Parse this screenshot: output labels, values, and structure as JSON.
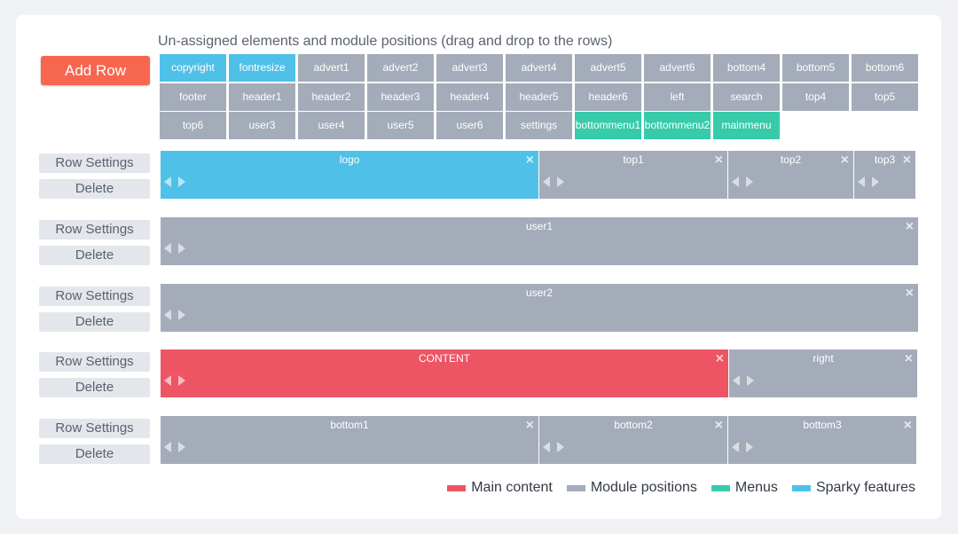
{
  "header": {
    "add_row_label": "Add Row",
    "title": "Un-assigned elements and module positions (drag and drop to the rows)"
  },
  "colors": {
    "main": "#ed5565",
    "module": "#a4acb9",
    "menu": "#37cba9",
    "sparky": "#4fc1e9",
    "accent": "#f7664f"
  },
  "unassigned": [
    {
      "label": "copyright",
      "kind": "sparky"
    },
    {
      "label": "fontresize",
      "kind": "sparky"
    },
    {
      "label": "advert1",
      "kind": "module"
    },
    {
      "label": "advert2",
      "kind": "module"
    },
    {
      "label": "advert3",
      "kind": "module"
    },
    {
      "label": "advert4",
      "kind": "module"
    },
    {
      "label": "advert5",
      "kind": "module"
    },
    {
      "label": "advert6",
      "kind": "module"
    },
    {
      "label": "bottom4",
      "kind": "module"
    },
    {
      "label": "bottom5",
      "kind": "module"
    },
    {
      "label": "bottom6",
      "kind": "module"
    },
    {
      "label": "footer",
      "kind": "module"
    },
    {
      "label": "header1",
      "kind": "module"
    },
    {
      "label": "header2",
      "kind": "module"
    },
    {
      "label": "header3",
      "kind": "module"
    },
    {
      "label": "header4",
      "kind": "module"
    },
    {
      "label": "header5",
      "kind": "module"
    },
    {
      "label": "header6",
      "kind": "module"
    },
    {
      "label": "left",
      "kind": "module"
    },
    {
      "label": "search",
      "kind": "module"
    },
    {
      "label": "top4",
      "kind": "module"
    },
    {
      "label": "top5",
      "kind": "module"
    },
    {
      "label": "top6",
      "kind": "module"
    },
    {
      "label": "user3",
      "kind": "module"
    },
    {
      "label": "user4",
      "kind": "module"
    },
    {
      "label": "user5",
      "kind": "module"
    },
    {
      "label": "user6",
      "kind": "module"
    },
    {
      "label": "settings",
      "kind": "module"
    },
    {
      "label": "bottommenu1",
      "kind": "menu"
    },
    {
      "label": "bottommenu2",
      "kind": "menu"
    },
    {
      "label": "mainmenu",
      "kind": "menu"
    }
  ],
  "rows": [
    {
      "settings_label": "Row Settings",
      "delete_label": "Delete",
      "cells": [
        {
          "label": "logo",
          "kind": "sparky"
        },
        {
          "label": "top1",
          "kind": "module"
        },
        {
          "label": "top2",
          "kind": "module"
        },
        {
          "label": "top3",
          "kind": "module"
        }
      ]
    },
    {
      "settings_label": "Row Settings",
      "delete_label": "Delete",
      "cells": [
        {
          "label": "user1",
          "kind": "module"
        }
      ]
    },
    {
      "settings_label": "Row Settings",
      "delete_label": "Delete",
      "cells": [
        {
          "label": "user2",
          "kind": "module"
        }
      ]
    },
    {
      "settings_label": "Row Settings",
      "delete_label": "Delete",
      "cells": [
        {
          "label": "CONTENT",
          "kind": "main"
        },
        {
          "label": "right",
          "kind": "module"
        }
      ]
    },
    {
      "settings_label": "Row Settings",
      "delete_label": "Delete",
      "cells": [
        {
          "label": "bottom1",
          "kind": "module"
        },
        {
          "label": "bottom2",
          "kind": "module"
        },
        {
          "label": "bottom3",
          "kind": "module"
        }
      ]
    }
  ],
  "legend": [
    {
      "label": "Main content",
      "kind": "main"
    },
    {
      "label": "Module positions",
      "kind": "module"
    },
    {
      "label": "Menus",
      "kind": "menu"
    },
    {
      "label": "Sparky features",
      "kind": "sparky"
    }
  ],
  "icons": {
    "close": "close-icon",
    "move_left": "arrow-left-icon",
    "move_right": "arrow-right-icon"
  }
}
